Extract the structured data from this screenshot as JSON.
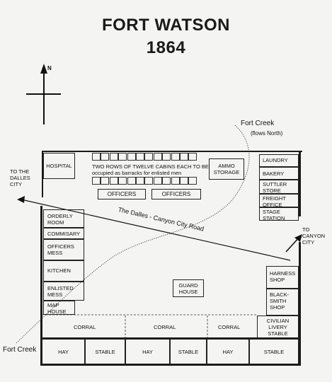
{
  "map": {
    "title_line1": "FORT WATSON",
    "title_line2": "1864",
    "north_label": "N",
    "creek_label_top": "Fort Creek",
    "creek_label_top_sub": "(flows North)",
    "creek_label_bottom": "Fort Creek",
    "road_label": "The Dalles - Canyon City Road",
    "to_dalles_line1": "TO THE",
    "to_dalles_line2": "DALLES",
    "to_dalles_line3": "CITY",
    "to_canyon_line1": "TO",
    "to_canyon_line2": "CANYON",
    "to_canyon_line3": "CITY",
    "cabins_note_line1": "TWO ROWS OF TWELVE CABINS  EACH TO BE",
    "cabins_note_line2": "occupied as barracks for enlisted men",
    "cabins_per_row": 12,
    "buildings": {
      "hospital": "HOSPITAL",
      "officers_1": "OFFICERS",
      "officers_2": "OFFICERS",
      "ammo_line1": "AMMO",
      "ammo_line2": "STORAGE",
      "laundry": "LAUNDRY",
      "bakery": "BAKERY",
      "suttler_line1": "SUTTLER",
      "suttler_line2": "STORE",
      "freight_line1": "FREIGHT",
      "freight_line2": "OFFICE",
      "stage_line1": "STAGE",
      "stage_line2": "STATION",
      "orderly_line1": "ORDERLY",
      "orderly_line2": "ROOM",
      "commisary": "COMMISARY",
      "officers_mess_line1": "OFFICERS",
      "officers_mess_line2": "MESS",
      "kitchen": "KITCHEN",
      "enlisted_mess_line1": "ENLISTED",
      "enlisted_mess_line2": "MESS",
      "map_house_line1": "MAP",
      "map_house_line2": "HOUSE",
      "guard_line1": "GUARD",
      "guard_line2": "HOUSE",
      "harness_line1": "HARNESS",
      "harness_line2": "SHOP",
      "blacksmith_line1": "BLACK-",
      "blacksmith_line2": "SMITH",
      "blacksmith_line3": "SHOP",
      "corral_1": "CORRAL",
      "corral_2": "CORRAL",
      "corral_3": "CORRAL",
      "civilian_line1": "CIVILIAN",
      "civilian_line2": "LIVERY",
      "civilian_line3": "STABLE",
      "hay_1": "HAY",
      "stable_1": "STABLE",
      "hay_2": "HAY",
      "stable_2": "STABLE",
      "hay_3": "HAY",
      "stable_3": "STABLE"
    }
  }
}
